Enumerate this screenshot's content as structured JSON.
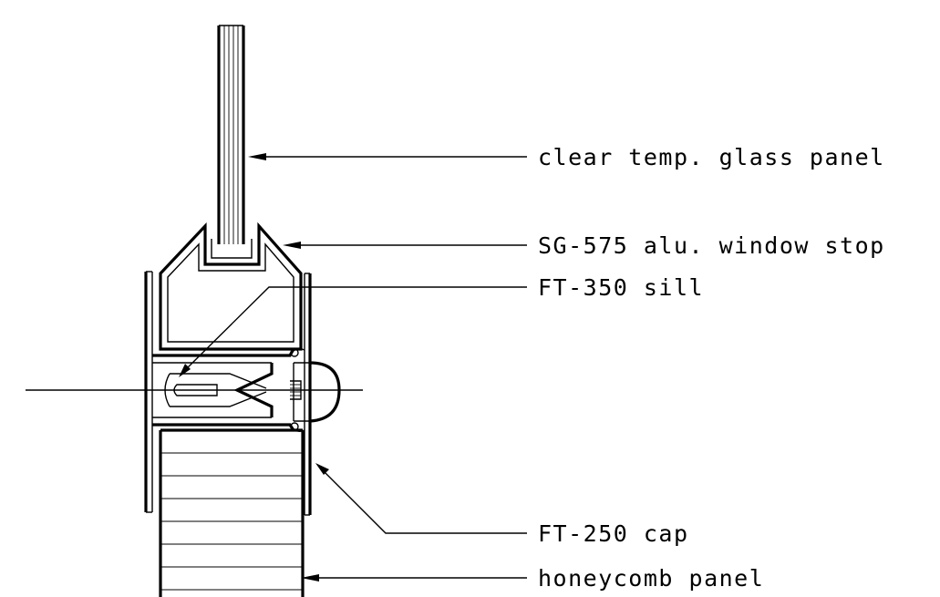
{
  "labels": {
    "glass": "clear temp. glass panel",
    "stop": "SG-575 alu. window stop",
    "sill": "FT-350 sill",
    "cap": "FT-250 cap",
    "honeycomb": "honeycomb panel"
  }
}
